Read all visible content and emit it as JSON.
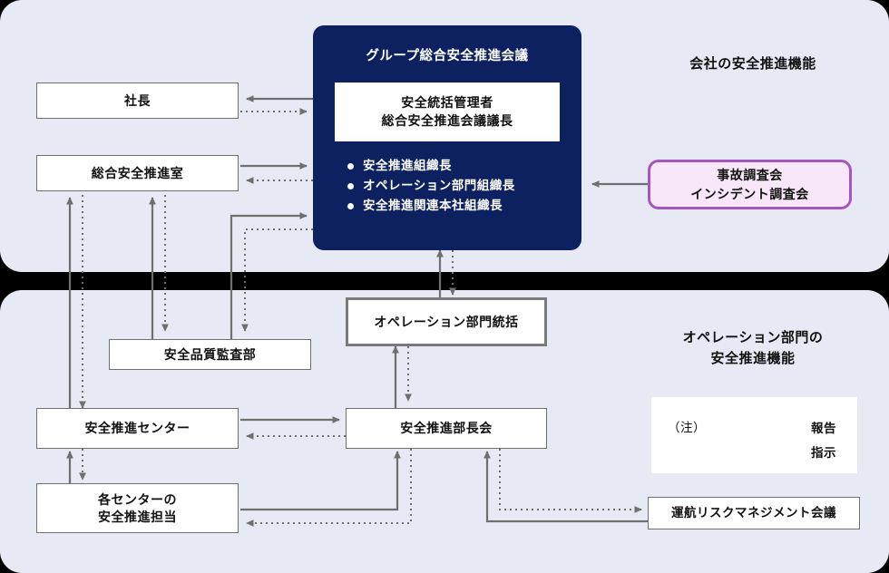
{
  "colors": {
    "panel_bg": "#e7eaf4",
    "divider": "#000000",
    "council_navy": "#0d2160",
    "pink_bg": "#f8e7f8",
    "pink_border": "#a557c1",
    "line": "#6f6f6f",
    "box_border": "#6f6f6f",
    "box_bg": "#ffffff",
    "text": "#111111"
  },
  "sections": {
    "company": {
      "title": "会社の安全推進機能"
    },
    "operations": {
      "title_line1": "オペレーション部門の",
      "title_line2": "安全推進機能"
    }
  },
  "council": {
    "title": "グループ総合安全推進会議",
    "chief_line1": "安全統括管理者",
    "chief_line2": "総合安全推進会議議長",
    "members": [
      "安全推進組織長",
      "オペレーション部門組織長",
      "安全推進関連本社組織長"
    ]
  },
  "boxes": {
    "president": "社長",
    "general_safety_office": "総合安全推進室",
    "accident_committee_line1": "事故調査会",
    "accident_committee_line2": "インシデント調査会",
    "safety_quality_audit": "安全品質監査部",
    "operations_control": "オペレーション部門統括",
    "safety_center": "安全推進センター",
    "safety_dept_heads": "安全推進部長会",
    "center_safety_staff_line1": "各センターの",
    "center_safety_staff_line2": "安全推進担当",
    "flight_risk_mgmt": "運航リスクマネジメント会議"
  },
  "legend": {
    "note": "（注）",
    "solid_label": "報告",
    "dotted_label": "指示"
  }
}
